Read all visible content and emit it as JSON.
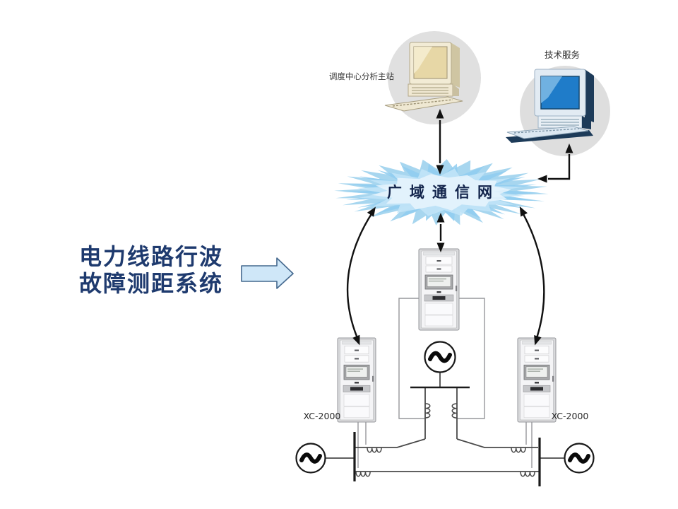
{
  "title": {
    "line1": "电力线路行波",
    "line2": "故障测距系统"
  },
  "cloud": {
    "label": "广域通信网"
  },
  "labels": {
    "master_station": "调度中心分析主站",
    "tech_service": "技术服务",
    "xc2000_left": "XC-2000",
    "xc2000_right": "XC-2000"
  },
  "colors": {
    "title_text": "#1e3a6e",
    "cloud_fill": "#8ecbe9",
    "cloud_text": "#13254c",
    "block_arrow_fill": "#cfe7f8",
    "block_arrow_stroke": "#44688e",
    "schematic_line": "#4a4a4a",
    "wire_gray": "#96979b",
    "monitor_beige": "#f2ebd5",
    "screen_tan": "#e7d7a6",
    "screen_blue": "#1f7cc9",
    "monitor_navy": "#1d3b59",
    "cabinet_body": "#d8d9db"
  }
}
